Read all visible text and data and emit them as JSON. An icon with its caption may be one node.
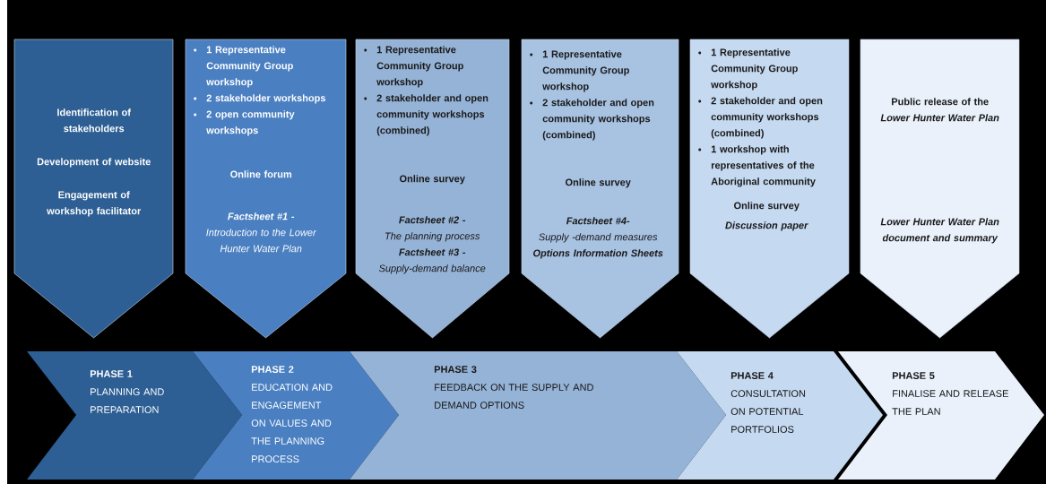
{
  "diagram": {
    "nodes": [
      {
        "text": [
          "Identification of stakeholders",
          "Development of website",
          "Engagement of workshop facilitator"
        ]
      },
      {
        "text": [
          "1 Representative Community Group workshop",
          "2 stakeholder workshops",
          "2 open community workshops",
          "Online forum",
          "Factsheet #1 -",
          "Introduction to the Lower Hunter Water Plan"
        ]
      },
      {
        "text": [
          "1 Representative Community Group workshop",
          "2 stakeholder and open community workshops (combined)",
          "Online survey",
          "Factsheet #2 -",
          "The planning process",
          "Factsheet #3 -",
          "Supply-demand balance"
        ]
      },
      {
        "text": [
          "1 Representative Community Group workshop",
          "2 stakeholder and open community workshops (combined)",
          "Online survey",
          "Factsheet #4-",
          "Supply -demand measures",
          "Options Information Sheets"
        ]
      },
      {
        "text": [
          "1 Representative Community Group workshop",
          "2 stakeholder and open community workshops (combined)",
          "1 workshop with representatives of the Aboriginal community",
          "Online survey",
          "Discussion paper"
        ]
      },
      {
        "text": [
          "Public release of the *Lower Hunter Water Plan*",
          "Lower Hunter Water Plan document and summary"
        ]
      },
      {
        "text": [
          "PHASE 1",
          "PLANNING AND PREPARATION"
        ]
      },
      {
        "text": [
          "PHASE 2",
          "EDUCATION AND ENGAGEMENT ON VALUES AND THE PLANNING PROCESS"
        ]
      },
      {
        "text": [
          "PHASE 3",
          "FEEDBACK ON THE SUPPLY AND DEMAND OPTIONS"
        ]
      },
      {
        "text": [
          "PHASE 4",
          "CONSULTATION ON POTENTIAL PORTFOLIOS"
        ]
      },
      {
        "text": [
          "PHASE 5",
          "FINALISE AND RELEASE THE PLAN"
        ]
      }
    ]
  }
}
